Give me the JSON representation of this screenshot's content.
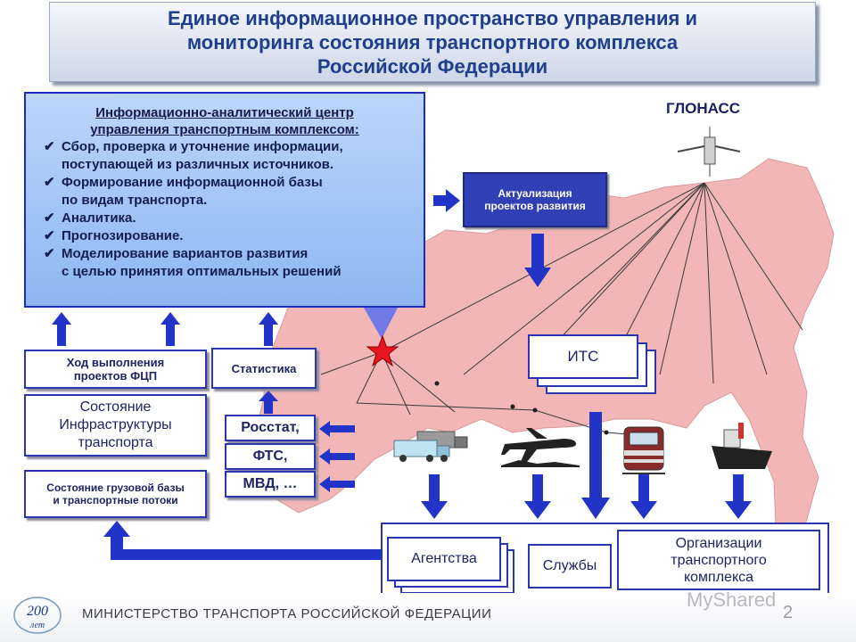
{
  "title": {
    "line1": "Единое информационное пространство управления и",
    "line2": "мониторинга состояния транспортного комплекса",
    "line3": "Российской Федерации"
  },
  "center": {
    "heading1": "Информационно-аналитический центр",
    "heading2": "управления транспортным комплексом:",
    "items": [
      {
        "line1": "Сбор, проверка и уточнение информации,",
        "line2": "поступающей из различных источников."
      },
      {
        "line1": "Формирование информационной базы",
        "line2": "по видам транспорта."
      },
      {
        "line1": "Аналитика.",
        "line2": ""
      },
      {
        "line1": "Прогнозирование.",
        "line2": ""
      },
      {
        "line1": "Моделирование вариантов развития",
        "line2": "с целью принятия оптимальных решений"
      }
    ]
  },
  "glonass": "ГЛОНАСС",
  "update_box": {
    "line1": "Актуализация",
    "line2": "проектов развития"
  },
  "its": "ИТС",
  "fcp_box": {
    "line1": "Ход выполнения",
    "line2": "проектов ФЦП"
  },
  "stats_box": "Статистика",
  "infra_box": {
    "line1": "Состояние",
    "line2": "Инфраструктуры",
    "line3": "транспорта"
  },
  "cargo_box": {
    "line1": "Состояние грузовой базы",
    "line2": "и транспортные потоки"
  },
  "sources": [
    "Росстат,",
    "ФТС,",
    "МВД, …"
  ],
  "agencies": "Агентства",
  "services": "Службы",
  "orgs": {
    "line1": "Организации",
    "line2": "транспортного",
    "line3": "комплекса"
  },
  "footer": "МИНИСТЕРСТВО ТРАНСПОРТА РОССИЙСКОЙ ФЕДЕРАЦИИ",
  "anniversary": {
    "number": "200",
    "word": "лет"
  },
  "page_number": "2",
  "watermark": "MyShared",
  "colors": {
    "map": "#f2b6b6",
    "accent_blue": "#2233c8",
    "title_text": "#1f3f8c",
    "star": "#e8141e"
  }
}
